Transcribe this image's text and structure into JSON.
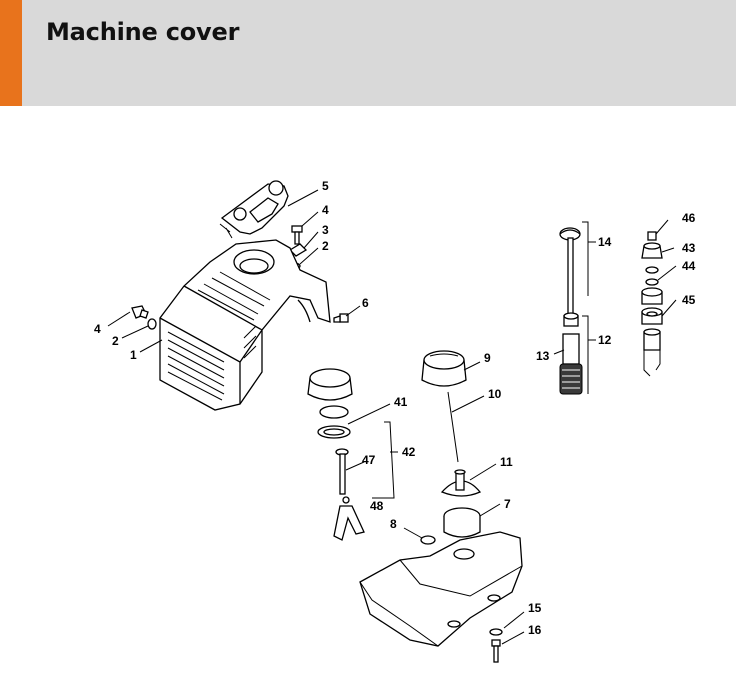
{
  "header": {
    "title": "Machine cover",
    "accent_color": "#e8731c",
    "background_color": "#d9d9d9"
  },
  "callouts": [
    "5",
    "4",
    "3",
    "2",
    "6",
    "4",
    "2",
    "1",
    "14",
    "46",
    "43",
    "44",
    "45",
    "12",
    "13",
    "9",
    "10",
    "41",
    "42",
    "47",
    "48",
    "11",
    "7",
    "8",
    "15",
    "16"
  ]
}
